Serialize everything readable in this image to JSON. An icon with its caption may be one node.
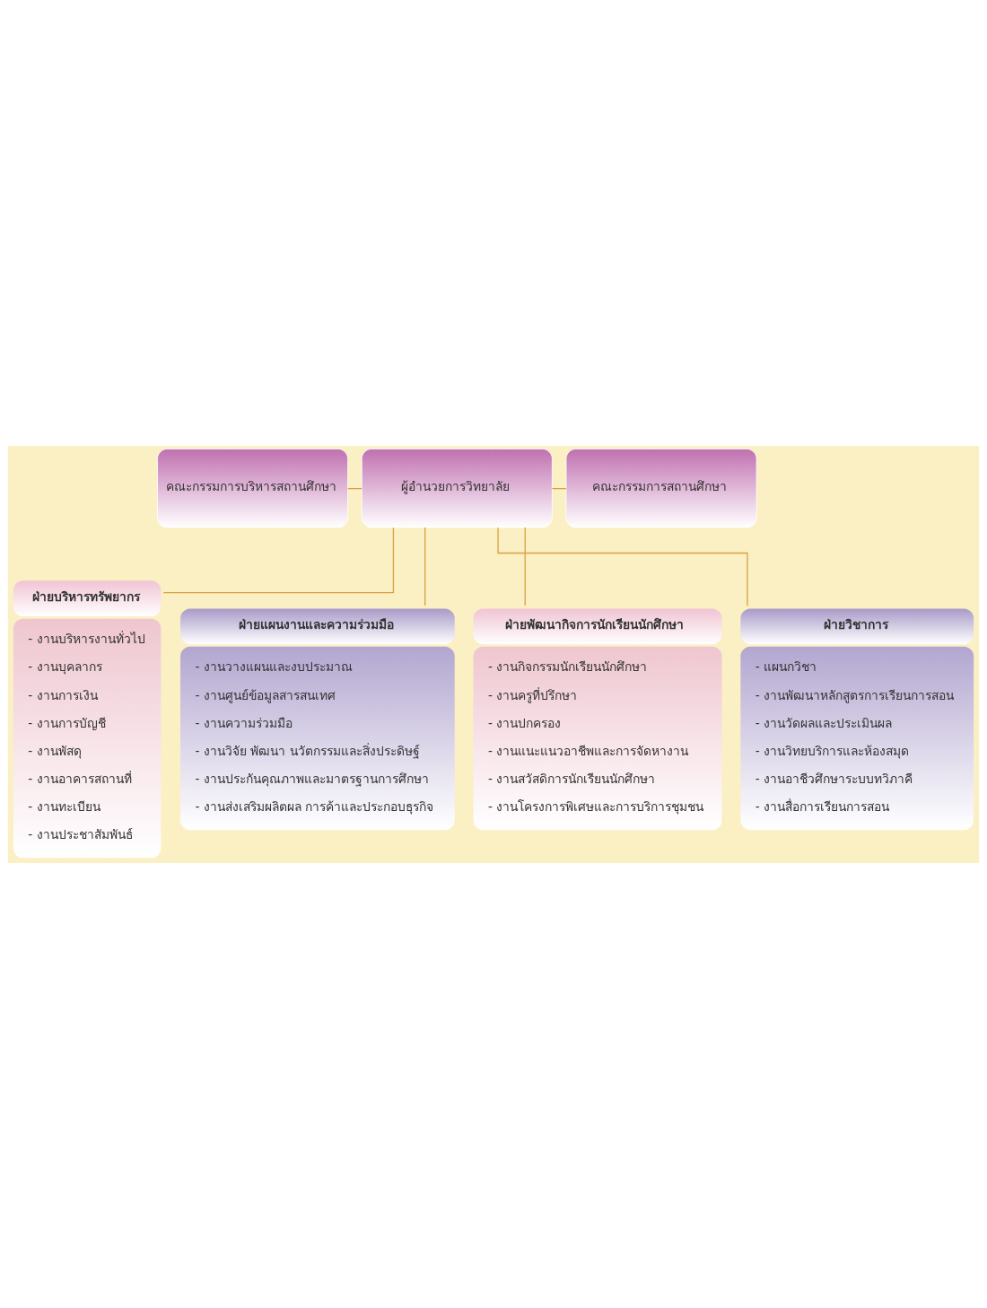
{
  "diagram": {
    "nodes": [
      {
        "text": [
          "คณะกรรมการบริหารสถานศึกษา"
        ]
      },
      {
        "text": [
          "ผู้อำนวยการวิทยาลัย"
        ]
      },
      {
        "text": [
          "คณะกรรมการสถานศึกษา"
        ]
      },
      {
        "text": [
          "ฝ่ายบริหารทรัพยากร",
          "- งานบริหารงานทั่วไป",
          "- งานบุคลากร",
          "- งานการเงิน",
          "- งานการบัญชี",
          "- งานพัสดุ",
          "- งานอาคารสถานที่",
          "- งานทะเบียน",
          "- งานประชาสัมพันธ์"
        ]
      },
      {
        "text": [
          "ฝ่ายแผนงานและความร่วมมือ",
          "- งานวางแผนและงบประมาณ",
          "- งานศูนย์ข้อมูลสารสนเทศ",
          "- งานความร่วมมือ",
          "- งานวิจัย พัฒนา นวัตกรรมและสิ่งประดิษฐ์",
          "- งานประกันคุณภาพและมาตรฐานการศึกษา",
          "- งานส่งเสริมผลิตผล การค้าและประกอบธุรกิจ"
        ]
      },
      {
        "text": [
          "ฝ่ายพัฒนากิจการนักเรียนนักศึกษา",
          "- งานกิจกรรมนักเรียนนักศึกษา",
          "- งานครูที่ปรึกษา",
          "- งานปกครอง",
          "- งานแนะแนวอาชีพและการจัดหางาน",
          "- งานสวัสดิการนักเรียนนักศึกษา",
          "- งานโครงการพิเศษและการบริการชุมชน"
        ]
      },
      {
        "text": [
          "ฝ่ายวิชาการ",
          "- แผนกวิชา",
          "- งานพัฒนาหลักสูตรการเรียนการสอน",
          "- งานวัดผลและประเมินผล",
          "- งานวิทยบริการและห้องสมุด",
          "- งานอาชีวศึกษาระบบทวิภาคี",
          "- งานสื่อการเรียนการสอน"
        ]
      }
    ],
    "edges": [
      {
        "from": 0,
        "to": 1,
        "arrow": "none"
      },
      {
        "from": 1,
        "to": 2,
        "arrow": "none"
      },
      {
        "from": 1,
        "to": 3,
        "arrow": "none"
      },
      {
        "from": 1,
        "to": 4,
        "arrow": "none"
      },
      {
        "from": 1,
        "to": 5,
        "arrow": "none"
      },
      {
        "from": 1,
        "to": 6,
        "arrow": "none"
      }
    ]
  }
}
